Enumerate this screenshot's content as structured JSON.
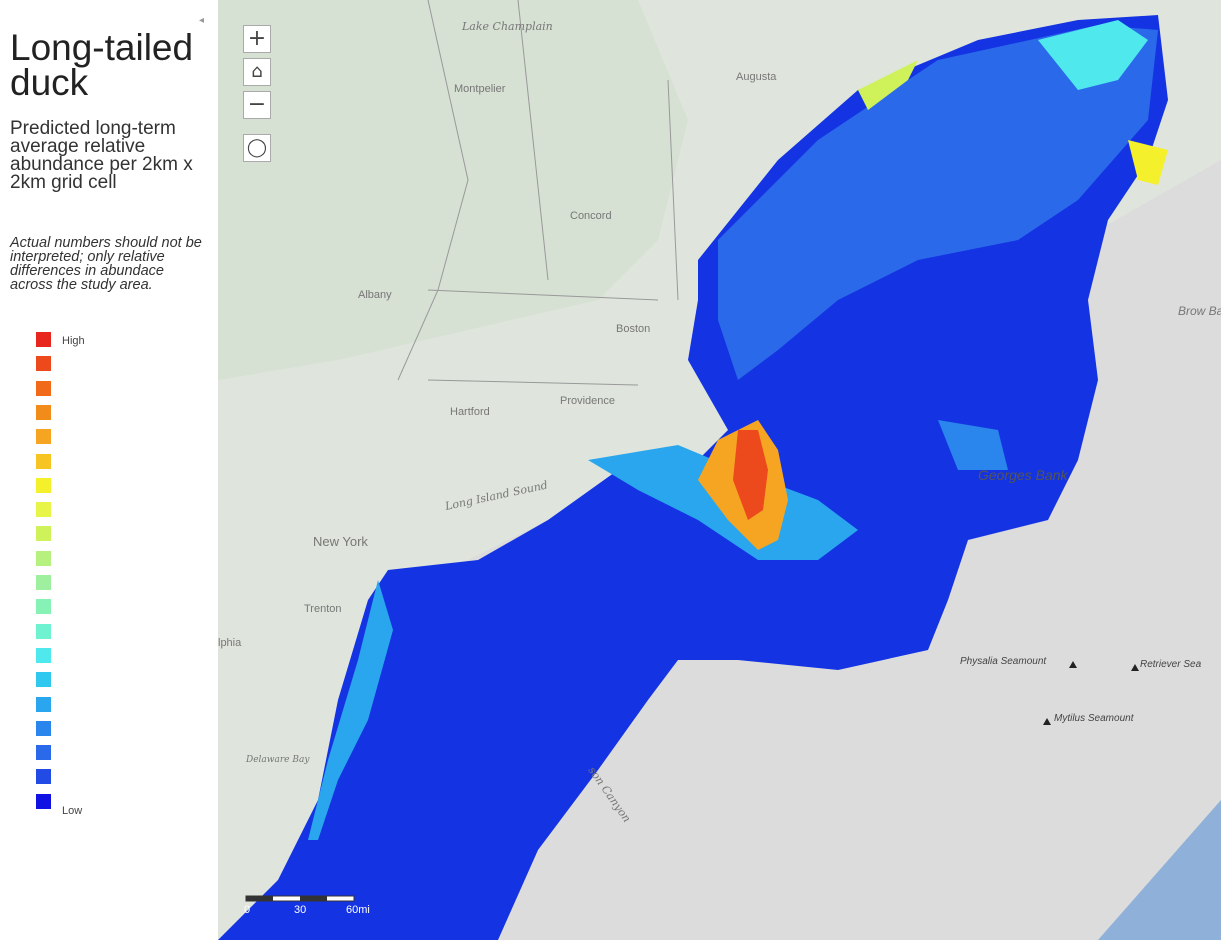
{
  "sidebar": {
    "title": "Long-tailed duck",
    "subtitle": "Predicted long-term average relative abundance per 2km x 2km grid cell",
    "note": "Actual numbers should not be interpreted; only relative differences in abundace across the study area.",
    "legend": {
      "high_label": "High",
      "low_label": "Low",
      "colors": [
        "#e8261e",
        "#ec4a1c",
        "#f06a1a",
        "#f18c1a",
        "#f5a521",
        "#f6c423",
        "#f5f02c",
        "#e6f548",
        "#cff25b",
        "#b6f07e",
        "#9ef09e",
        "#86f2b6",
        "#6ef2cf",
        "#4fe8ec",
        "#31c8ef",
        "#2aa6ee",
        "#2a86ec",
        "#2a6aea",
        "#224be6",
        "#0f12e2"
      ]
    }
  },
  "map": {
    "zoom_in": "+",
    "home": "⌂",
    "zoom_out": "−",
    "locate": "◯",
    "places": {
      "lake_champlain": "Lake Champlain",
      "montpelier": "Montpelier",
      "augusta": "Augusta",
      "concord": "Concord",
      "albany": "Albany",
      "boston": "Boston",
      "hartford": "Hartford",
      "providence": "Providence",
      "long_island_sound": "Long Island Sound",
      "new_york": "New York",
      "trenton": "Trenton",
      "philadelphia": "lphia",
      "delaware_bay": "Delaware Bay",
      "georges_bank": "Georges Bank",
      "browns_bank": "Brow Ban",
      "physalia": "Physalia Seamount",
      "retriever": "Retriever Sea",
      "mytilus": "Mytilus Seamount",
      "hudson_canyon": "son Canyon"
    },
    "scale": {
      "zero": "0",
      "mid": "30",
      "end": "60mi"
    }
  }
}
